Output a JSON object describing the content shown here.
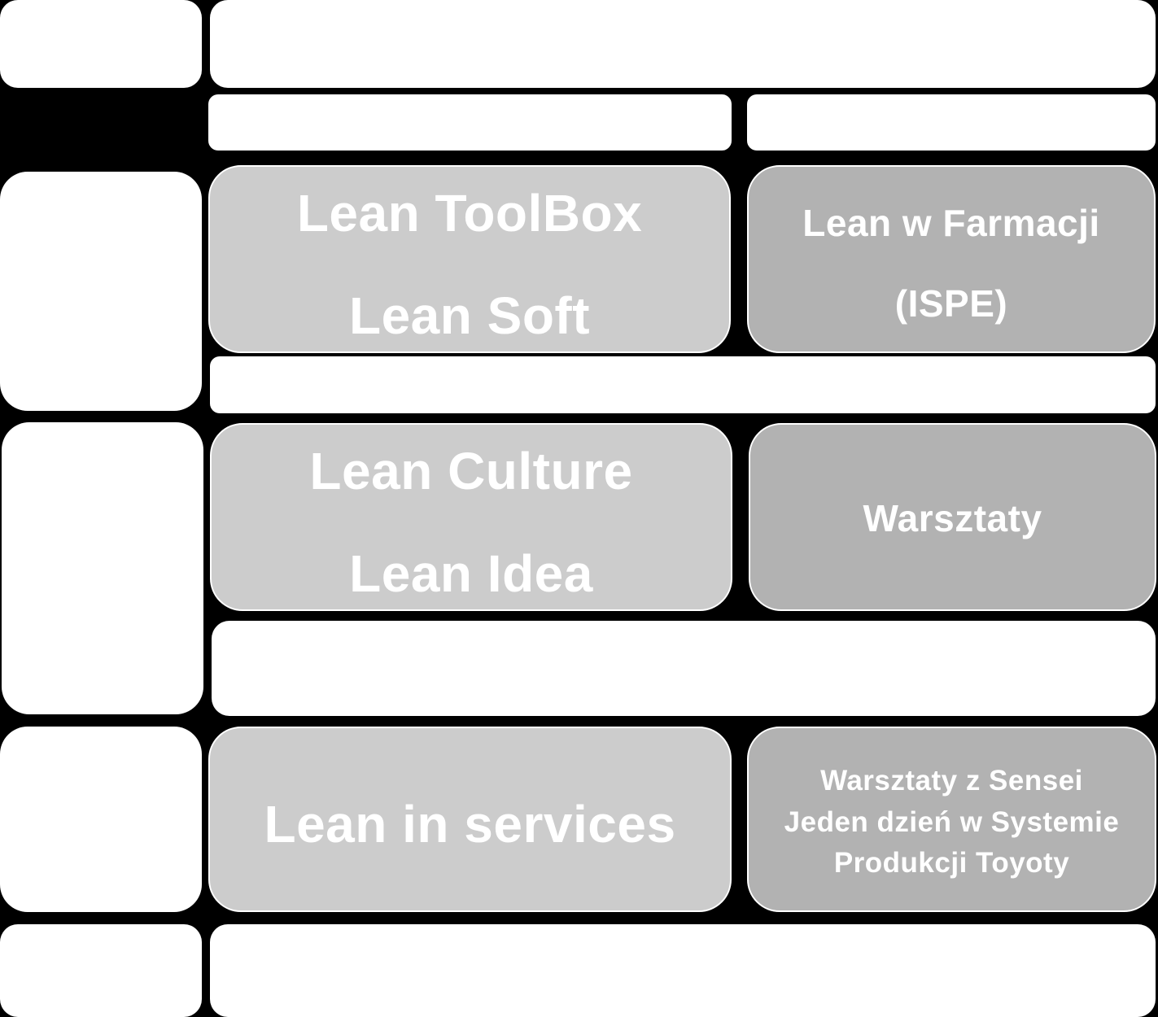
{
  "tiles": {
    "toolbox_line1": "Lean ToolBox",
    "toolbox_line2": "Lean Soft",
    "pharma_line1": "Lean w Farmacji",
    "pharma_line2": "(ISPE)",
    "culture_line1": "Lean Culture",
    "culture_line2": "Lean Idea",
    "workshops": "Warsztaty",
    "services": "Lean in services",
    "sensei_line1": "Warsztaty z Sensei",
    "sensei_line2": "Jeden dzień w Systemie",
    "sensei_line3": "Produkcji Toyoty"
  },
  "colors": {
    "background": "#000000",
    "panel": "#ffffff",
    "tile_light": "#cccccc",
    "tile_dark": "#b2b2b2",
    "text": "#ffffff"
  }
}
